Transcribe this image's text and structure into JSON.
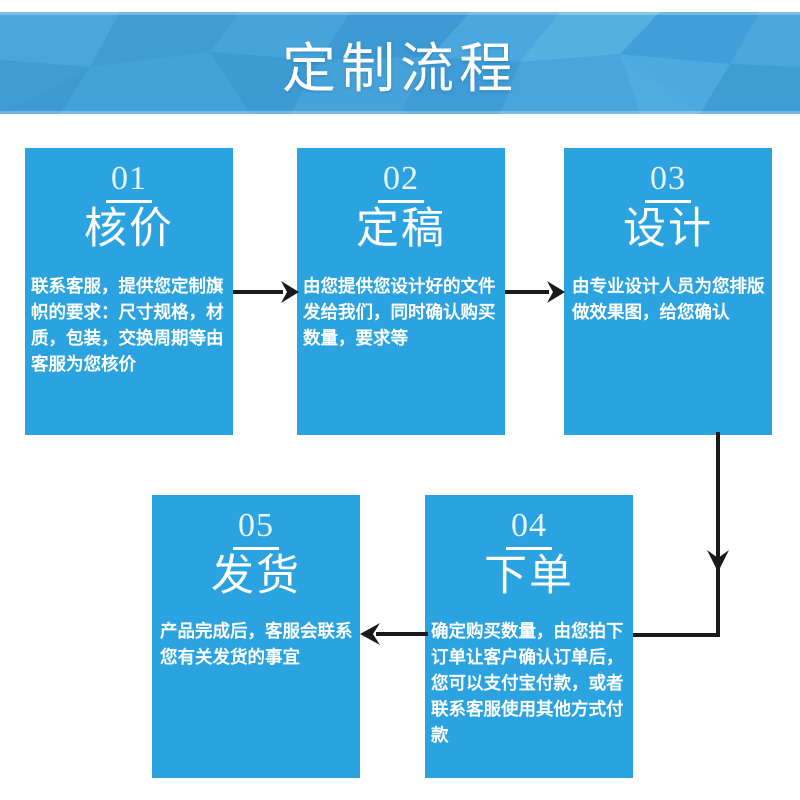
{
  "banner": {
    "title": "定制流程",
    "bg_color": "#409fd8"
  },
  "theme": {
    "card_color": "#2ba3e0",
    "text_color": "#ffffff",
    "arrow_color": "#1a1a1a",
    "page_background": "#ffffff"
  },
  "steps": [
    {
      "number": "01",
      "title": "核价",
      "body": "联系客服，提供您定制旗帜的要求：尺寸规格，材质，包装，交换周期等由客服为您核价"
    },
    {
      "number": "02",
      "title": "定稿",
      "body": "由您提供您设计好的文件发给我们，同时确认购买数量，要求等"
    },
    {
      "number": "03",
      "title": "设计",
      "body": "由专业设计人员为您排版做效果图，给您确认"
    },
    {
      "number": "04",
      "title": "下单",
      "body": "确定购买数量，由您拍下订单让客户确认订单后，您可以支付宝付款，或者联系客服使用其他方式付款"
    },
    {
      "number": "05",
      "title": "发货",
      "body": "产品完成后，客服会联系您有关发货的事宜"
    }
  ],
  "connectors": [
    {
      "name": "arrow-step1-to-step2",
      "direction": "right"
    },
    {
      "name": "arrow-step2-to-step3",
      "direction": "right"
    },
    {
      "name": "arrow-step3-to-step4",
      "direction": "down-then-left"
    },
    {
      "name": "arrow-step4-to-step5",
      "direction": "left"
    }
  ]
}
